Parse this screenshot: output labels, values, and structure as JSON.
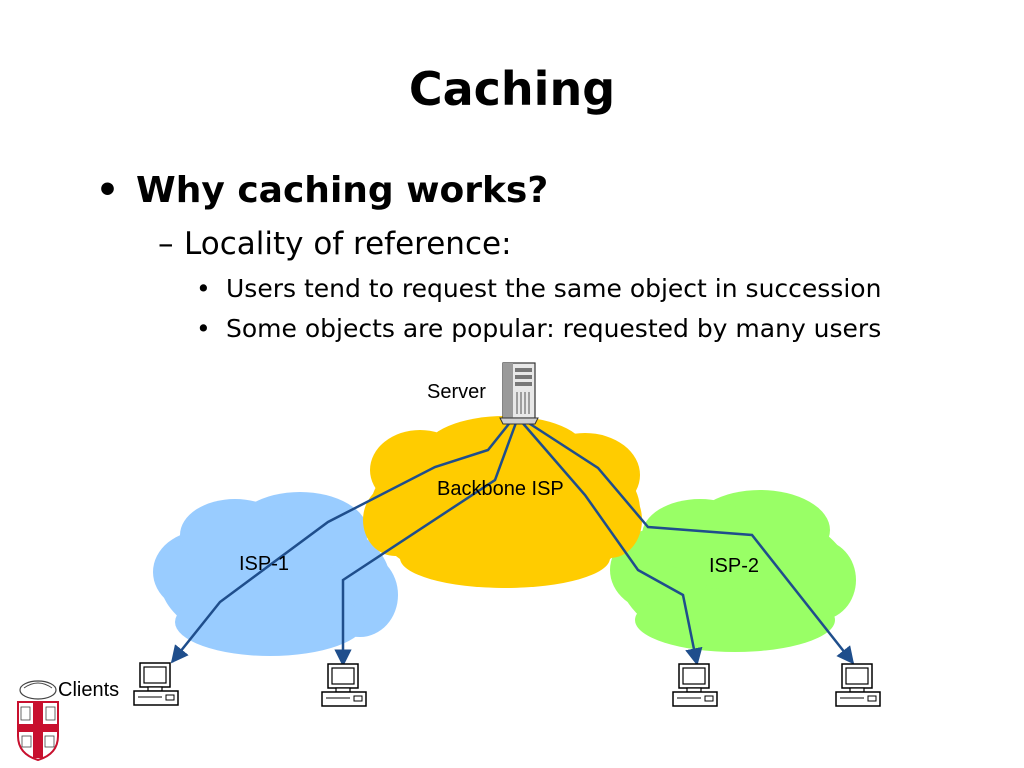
{
  "slide": {
    "title": "Caching",
    "bullets": {
      "level1": "Why caching works?",
      "level2": "Locality of reference:",
      "level3": [
        "Users tend to request the same object in succession",
        "Some objects are popular: requested by many users"
      ]
    }
  },
  "diagram": {
    "server_label": "Server",
    "backbone_label": "Backbone ISP",
    "isp1_label": "ISP-1",
    "isp2_label": "ISP-2",
    "clients_label": "Clients",
    "colors": {
      "backbone_cloud": "#ffcc00",
      "isp1_cloud": "#99ccff",
      "isp2_cloud": "#99ff66",
      "link_line": "#1f4e8c",
      "logo_red": "#c8102e"
    },
    "icons": [
      "server-icon",
      "client-computer-icon",
      "university-shield-logo"
    ]
  }
}
